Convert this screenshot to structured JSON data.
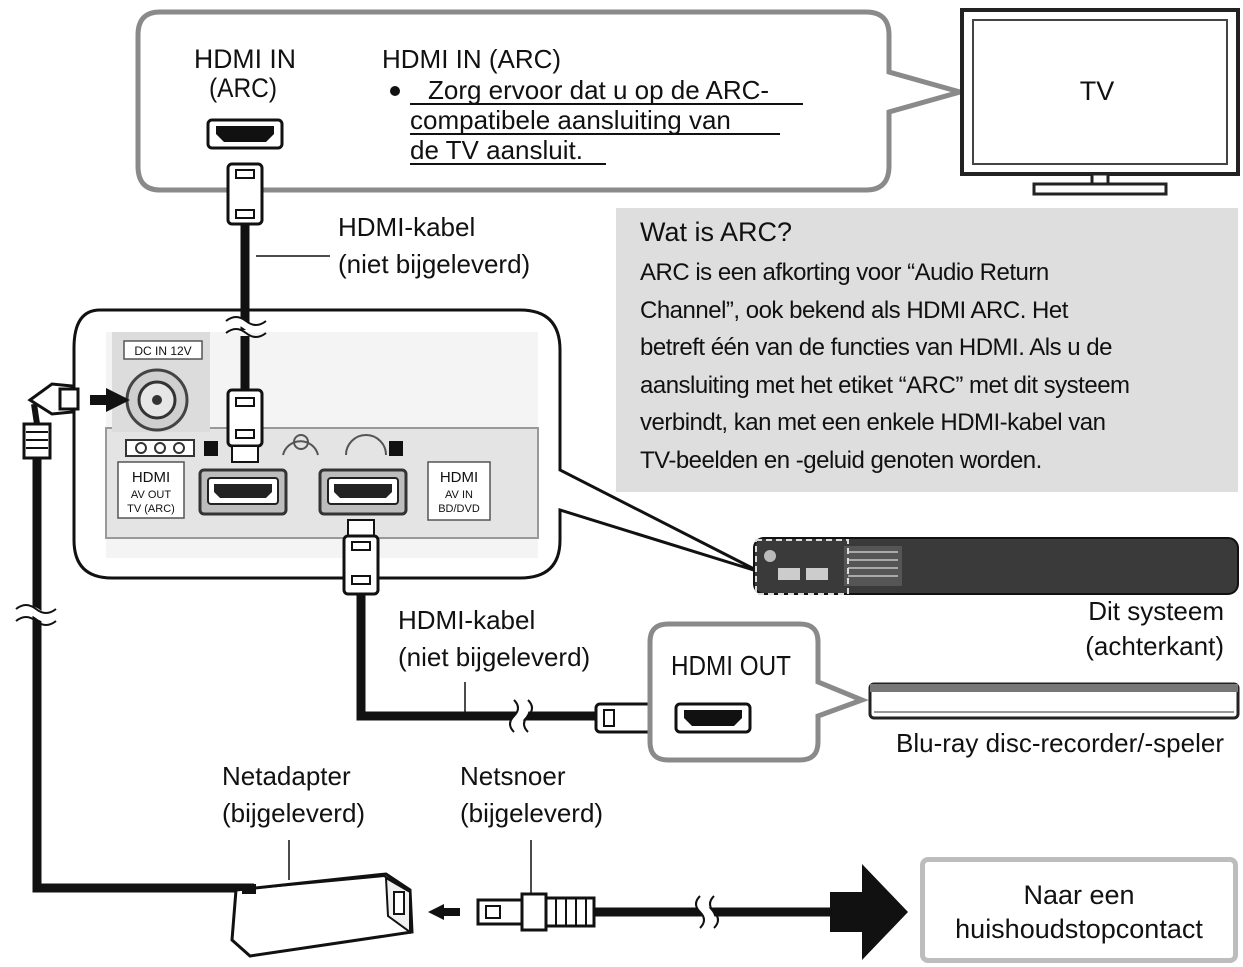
{
  "callout_tv": {
    "port_label_line1": "HDMI IN",
    "port_label_line2": "(ARC)",
    "heading": "HDMI IN (ARC)",
    "note_line1": "Zorg ervoor dat u op de ARC-",
    "note_line2": "compatibele aansluiting van",
    "note_line3": "de TV aansluit."
  },
  "tv": {
    "label": "TV"
  },
  "arc_info": {
    "title": "Wat is ARC?",
    "body_lines": [
      "ARC is een afkorting voor “Audio Return",
      "Channel”, ook bekend als HDMI ARC. Het",
      "betreft één van de functies van HDMI. Als u de",
      "aansluiting met het etiket “ARC” met dit systeem",
      "verbindt, kan met een enkele HDMI-kabel van",
      "TV-beelden en -geluid genoten worden."
    ]
  },
  "cable_top": {
    "line1": "HDMI-kabel",
    "line2": "(niet bijgeleverd)"
  },
  "cable_bottom": {
    "line1": "HDMI-kabel",
    "line2": "(niet bijgeleverd)"
  },
  "panel": {
    "dc_in": "DC IN 12V",
    "hdmi_out_1": "HDMI",
    "hdmi_out_2": "AV OUT",
    "hdmi_out_3": "TV (ARC)",
    "hdmi_in_1": "HDMI",
    "hdmi_in_2": "AV IN",
    "hdmi_in_3": "BD/DVD"
  },
  "system": {
    "line1": "Dit systeem",
    "line2": "(achterkant)"
  },
  "player_callout": {
    "port_label": "HDMI OUT"
  },
  "bluray": {
    "label": "Blu-ray disc-recorder/-speler"
  },
  "adapter": {
    "line1": "Netadapter",
    "line2": "(bijgeleverd)"
  },
  "cord": {
    "line1": "Netsnoer",
    "line2": "(bijgeleverd)"
  },
  "socket": {
    "line1": "Naar een",
    "line2": "huishoudstopcontact"
  },
  "colors": {
    "line": "#111111",
    "box_border": "#8a8a8a",
    "info_bg": "#dedede",
    "light_border": "#bdbdbd"
  }
}
